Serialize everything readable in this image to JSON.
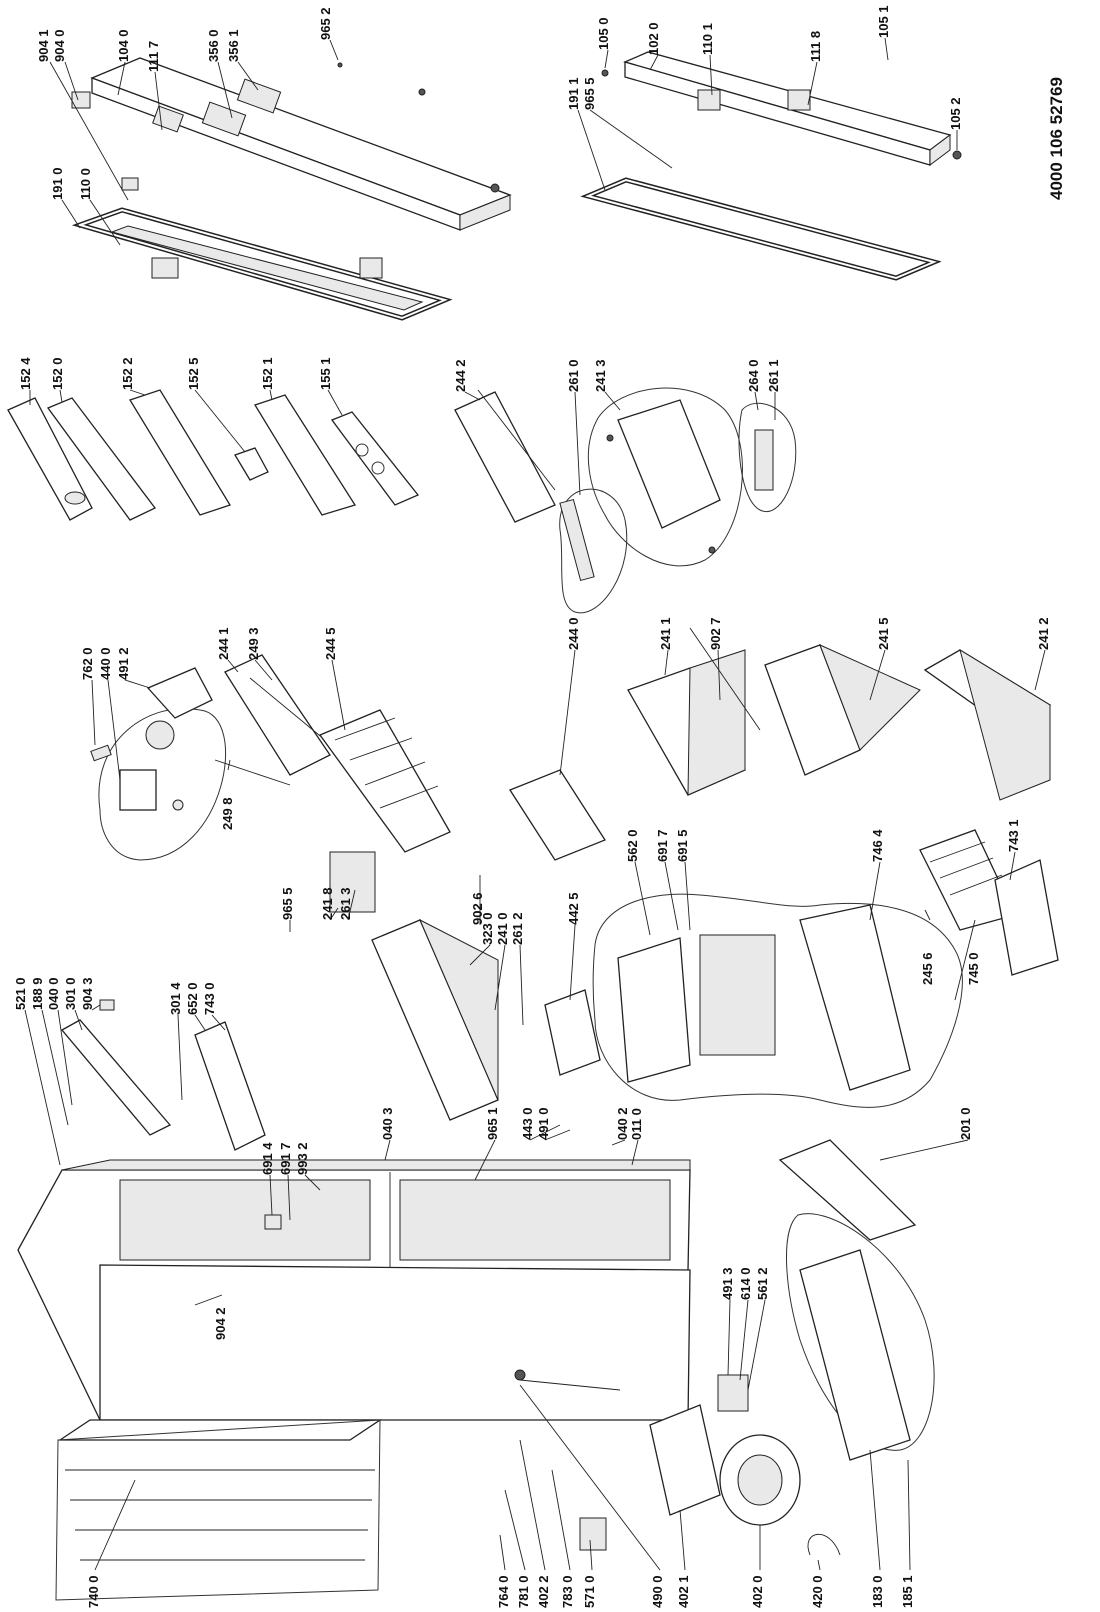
{
  "document": {
    "number": "4000 106 52769"
  },
  "parts": [
    {
      "id": "p9041",
      "label": "904 1"
    },
    {
      "id": "p9040",
      "label": "904 0"
    },
    {
      "id": "p1040",
      "label": "104 0"
    },
    {
      "id": "p1117",
      "label": "111 7"
    },
    {
      "id": "p3560",
      "label": "356 0"
    },
    {
      "id": "p3561",
      "label": "356 1"
    },
    {
      "id": "p9652a",
      "label": "965 2"
    },
    {
      "id": "p1910a",
      "label": "191 0"
    },
    {
      "id": "p1100",
      "label": "110 0"
    },
    {
      "id": "p1050",
      "label": "105 0"
    },
    {
      "id": "p1020",
      "label": "102 0"
    },
    {
      "id": "p1101",
      "label": "110 1"
    },
    {
      "id": "p1118",
      "label": "111 8"
    },
    {
      "id": "p1051",
      "label": "105 1"
    },
    {
      "id": "p1911",
      "label": "191 1"
    },
    {
      "id": "p9655a",
      "label": "965 5"
    },
    {
      "id": "p1052",
      "label": "105 2"
    },
    {
      "id": "p1524",
      "label": "152 4"
    },
    {
      "id": "p1520",
      "label": "152 0"
    },
    {
      "id": "p1522",
      "label": "152 2"
    },
    {
      "id": "p1525",
      "label": "152 5"
    },
    {
      "id": "p1521",
      "label": "152 1"
    },
    {
      "id": "p1551",
      "label": "155 1"
    },
    {
      "id": "p2442",
      "label": "244 2"
    },
    {
      "id": "p2610",
      "label": "261 0"
    },
    {
      "id": "p2413",
      "label": "241 3"
    },
    {
      "id": "p2640",
      "label": "264 0"
    },
    {
      "id": "p2611",
      "label": "261 1"
    },
    {
      "id": "p7620",
      "label": "762 0"
    },
    {
      "id": "p4400",
      "label": "440 0"
    },
    {
      "id": "p4912",
      "label": "491 2"
    },
    {
      "id": "p2441",
      "label": "244 1"
    },
    {
      "id": "p2493",
      "label": "249 3"
    },
    {
      "id": "p2445",
      "label": "244 5"
    },
    {
      "id": "p2498",
      "label": "249 8"
    },
    {
      "id": "p2440",
      "label": "244 0"
    },
    {
      "id": "p2411",
      "label": "241 1"
    },
    {
      "id": "p9027",
      "label": "902 7"
    },
    {
      "id": "p2415",
      "label": "241 5"
    },
    {
      "id": "p2412b",
      "label": "241 2"
    },
    {
      "id": "p5210",
      "label": "521 0"
    },
    {
      "id": "p1889",
      "label": "188 9"
    },
    {
      "id": "p0400",
      "label": "040 0"
    },
    {
      "id": "p3010",
      "label": "301 0"
    },
    {
      "id": "p9043",
      "label": "904 3"
    },
    {
      "id": "p3014",
      "label": "301 4"
    },
    {
      "id": "p6520",
      "label": "652 0"
    },
    {
      "id": "p7430",
      "label": "743 0"
    },
    {
      "id": "p9655b",
      "label": "965 5"
    },
    {
      "id": "p2418",
      "label": "241 8"
    },
    {
      "id": "p2613",
      "label": "261 3"
    },
    {
      "id": "p9026",
      "label": "902 6"
    },
    {
      "id": "p3230",
      "label": "323 0"
    },
    {
      "id": "p2410",
      "label": "241 0"
    },
    {
      "id": "p2612",
      "label": "261 2"
    },
    {
      "id": "p4425",
      "label": "442 5"
    },
    {
      "id": "p5620",
      "label": "562 0"
    },
    {
      "id": "p6917a",
      "label": "691 7"
    },
    {
      "id": "p6915",
      "label": "691 5"
    },
    {
      "id": "p7464",
      "label": "746 4"
    },
    {
      "id": "p7431",
      "label": "743 1"
    },
    {
      "id": "p2456",
      "label": "245 6"
    },
    {
      "id": "p7450",
      "label": "745 0"
    },
    {
      "id": "p6914",
      "label": "691 4"
    },
    {
      "id": "p6917b",
      "label": "691 7"
    },
    {
      "id": "p9932",
      "label": "993 2"
    },
    {
      "id": "p0403",
      "label": "040 3"
    },
    {
      "id": "p9651",
      "label": "965 1"
    },
    {
      "id": "p4430",
      "label": "443 0"
    },
    {
      "id": "p4910",
      "label": "491 0"
    },
    {
      "id": "p0402",
      "label": "040 2"
    },
    {
      "id": "p0110",
      "label": "011 0"
    },
    {
      "id": "p2010",
      "label": "201 0"
    },
    {
      "id": "p9042",
      "label": "904 2"
    },
    {
      "id": "p4913",
      "label": "491 3"
    },
    {
      "id": "p6140",
      "label": "614 0"
    },
    {
      "id": "p5612",
      "label": "561 2"
    },
    {
      "id": "p7400",
      "label": "740 0"
    },
    {
      "id": "p7640",
      "label": "764 0"
    },
    {
      "id": "p7810",
      "label": "781 0"
    },
    {
      "id": "p4022",
      "label": "402 2"
    },
    {
      "id": "p7830",
      "label": "783 0"
    },
    {
      "id": "p5710",
      "label": "571 0"
    },
    {
      "id": "p4900",
      "label": "490 0"
    },
    {
      "id": "p4021",
      "label": "402 1"
    },
    {
      "id": "p4020",
      "label": "402 0"
    },
    {
      "id": "p4200",
      "label": "420 0"
    },
    {
      "id": "p1830",
      "label": "183 0"
    },
    {
      "id": "p1851",
      "label": "185 1"
    }
  ]
}
